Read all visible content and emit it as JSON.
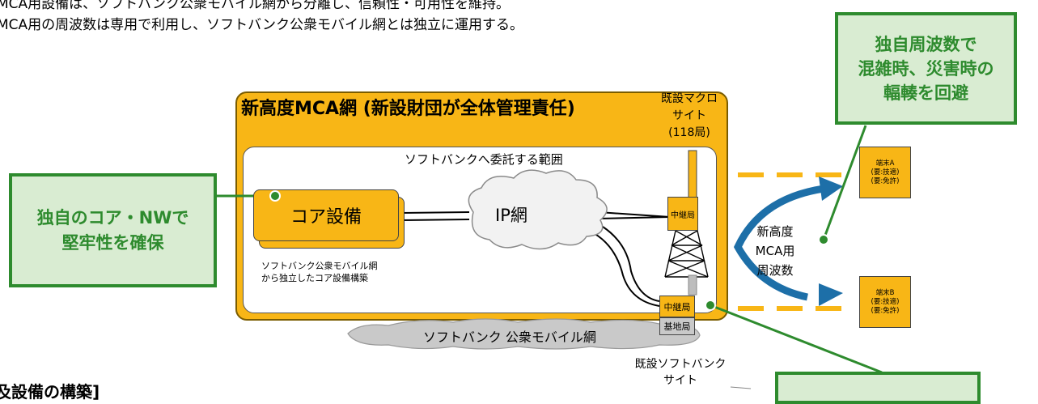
{
  "intro": {
    "line1": "MCA用設備は、ソフトバンク公衆モバイル網から分離し、信頼性・可用性を維持。",
    "line2": "MCA用の周波数は専用で利用し、ソフトバンク公衆モバイル網とは独立に運用する。"
  },
  "callouts": {
    "frequency": [
      "独自周波数で",
      "混雑時、災害時の",
      "輻輳を回避"
    ],
    "core": [
      "独自のコア・NWで",
      "堅牢性を確保"
    ]
  },
  "network": {
    "title": "新高度MCA網 (新設財団が全体管理責任)",
    "macro_site": [
      "既設マクロ",
      "サイト",
      "(118局)"
    ],
    "delegated_scope": "ソフトバンクへ委託する範囲",
    "core_equipment": "コア設備",
    "core_note": [
      "ソフトバンク公衆モバイル網",
      "から独立したコア設備構築"
    ],
    "ip_network": "IP網",
    "relay_station": "中継局",
    "base_station": "基地局",
    "public_network": "ソフトバンク 公衆モバイル網",
    "existing_site": [
      "既設ソフトバンク",
      "サイト"
    ],
    "frequency_label": [
      "新高度",
      "MCA用",
      "周波数"
    ]
  },
  "terminals": [
    {
      "name": "端末A",
      "req1": "(要:技適)",
      "req2": "(要:免許)"
    },
    {
      "name": "端末B",
      "req1": "(要:技適)",
      "req2": "(要:免許)"
    }
  ],
  "section_heading": "及設備の構築]",
  "colors": {
    "accent": "#f8b616",
    "green": "#2e8b2e",
    "green_fill": "#d9ecd2",
    "arrow": "#1d6fa8"
  }
}
